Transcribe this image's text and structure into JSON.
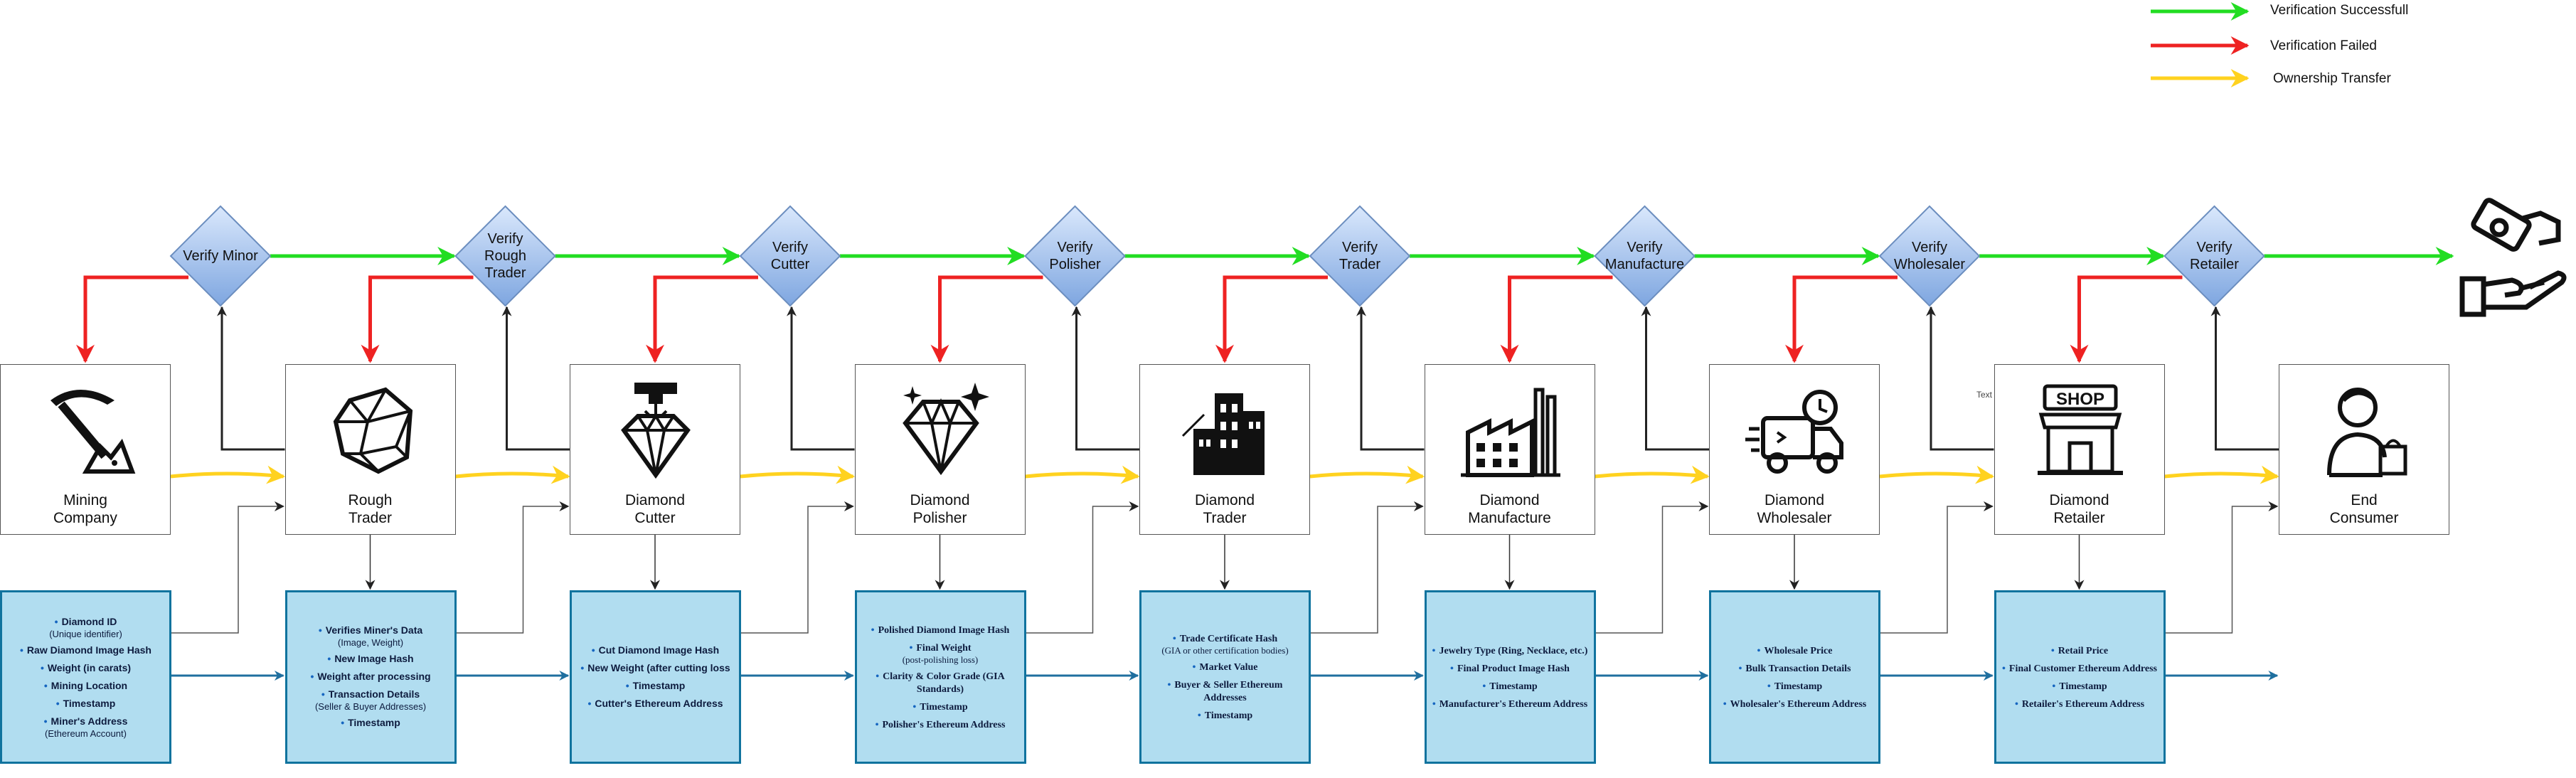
{
  "legend": [
    {
      "label": "Verification Successfull",
      "color": "#22dd22"
    },
    {
      "label": "Verification Failed",
      "color": "#ee2222"
    },
    {
      "label": "Ownership Transfer",
      "color": "#ffd21f"
    }
  ],
  "entities": [
    {
      "label": "Mining\nCompany",
      "icon": "pickaxe-icon"
    },
    {
      "label": "Rough\nTrader",
      "icon": "rough-stone-icon"
    },
    {
      "label": "Diamond\nCutter",
      "icon": "diamond-laser-icon"
    },
    {
      "label": "Diamond\nPolisher",
      "icon": "sparkling-diamond-icon"
    },
    {
      "label": "Diamond\nTrader",
      "icon": "buildings-icon"
    },
    {
      "label": "Diamond\nManufacture",
      "icon": "factory-icon"
    },
    {
      "label": "Diamond\nWholesaler",
      "icon": "delivery-truck-icon"
    },
    {
      "label": "Diamond\nRetailer",
      "icon": "shop-icon"
    },
    {
      "label": "End\nConsumer",
      "icon": "customer-icon"
    }
  ],
  "verifiers": [
    "Verify Minor",
    "Verify Rough Trader",
    "Verify Cutter",
    "Verify Polisher",
    "Verify Trader",
    "Verify Manufacture",
    "Verify Wholesaler",
    "Verify Retailer"
  ],
  "end_icon": "handshake-exchange-icon",
  "stray_text": "Text",
  "info_boxes": [
    {
      "items": [
        {
          "main": "Diamond ID",
          "sub": "(Unique identifier)"
        },
        {
          "main": "Raw Diamond Image Hash",
          "sub": ""
        },
        {
          "main": "Weight (in carats)",
          "sub": ""
        },
        {
          "main": "Mining Location",
          "sub": ""
        },
        {
          "main": "Timestamp",
          "sub": ""
        },
        {
          "main": "Miner's Address",
          "sub": "(Ethereum Account)"
        }
      ]
    },
    {
      "items": [
        {
          "main": "Verifies Miner's Data",
          "sub": "(Image, Weight)"
        },
        {
          "main": "New Image Hash",
          "sub": ""
        },
        {
          "main": "Weight after processing",
          "sub": ""
        },
        {
          "main": "Transaction Details",
          "sub": "(Seller & Buyer Addresses)"
        },
        {
          "main": "Timestamp",
          "sub": ""
        }
      ]
    },
    {
      "items": [
        {
          "main": "Cut Diamond Image Hash",
          "sub": ""
        },
        {
          "main": "New Weight (after cutting loss",
          "sub": ""
        },
        {
          "main": "Timestamp",
          "sub": ""
        },
        {
          "main": "Cutter's Ethereum Address",
          "sub": ""
        }
      ]
    },
    {
      "items": [
        {
          "main": "Polished Diamond Image Hash",
          "sub": ""
        },
        {
          "main": "Final Weight",
          "sub": "(post-polishing loss)"
        },
        {
          "main": "Clarity & Color Grade (GIA Standards)",
          "sub": ""
        },
        {
          "main": "Timestamp",
          "sub": ""
        },
        {
          "main": "Polisher's Ethereum Address",
          "sub": ""
        }
      ]
    },
    {
      "items": [
        {
          "main": "Trade Certificate Hash",
          "sub": "(GIA or other certification bodies)"
        },
        {
          "main": "Market Value",
          "sub": ""
        },
        {
          "main": "Buyer & Seller Ethereum Addresses",
          "sub": ""
        },
        {
          "main": "Timestamp",
          "sub": ""
        }
      ]
    },
    {
      "items": [
        {
          "main": "Jewelry Type (Ring, Necklace, etc.)",
          "sub": ""
        },
        {
          "main": "Final Product Image Hash",
          "sub": ""
        },
        {
          "main": "Timestamp",
          "sub": ""
        },
        {
          "main": "Manufacturer's Ethereum Address",
          "sub": ""
        }
      ]
    },
    {
      "items": [
        {
          "main": "Wholesale Price",
          "sub": ""
        },
        {
          "main": "Bulk Transaction Details",
          "sub": ""
        },
        {
          "main": "Timestamp",
          "sub": ""
        },
        {
          "main": "Wholesaler's Ethereum Address",
          "sub": ""
        }
      ]
    },
    {
      "items": [
        {
          "main": "Retail Price",
          "sub": ""
        },
        {
          "main": "Final Customer Ethereum Address",
          "sub": ""
        },
        {
          "main": "Timestamp",
          "sub": ""
        },
        {
          "main": "Retailer's Ethereum Address",
          "sub": ""
        }
      ]
    }
  ]
}
